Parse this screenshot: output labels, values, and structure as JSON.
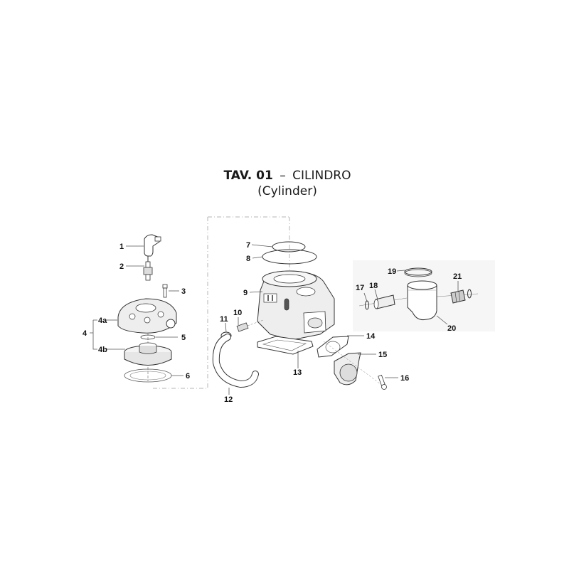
{
  "title": {
    "code": "TAV. 01",
    "separator": "–",
    "name": "CILINDRO",
    "subtitle": "(Cylinder)"
  },
  "colors": {
    "line": "#333333",
    "leader": "#555555",
    "dashed_frame": "#b0b0b0",
    "panel_bg": "#f6f6f6",
    "text": "#111111"
  },
  "callouts": [
    {
      "id": "1",
      "label": "1",
      "part": "spark-plug-cap"
    },
    {
      "id": "2",
      "label": "2",
      "part": "spark-plug"
    },
    {
      "id": "3",
      "label": "3",
      "part": "head-screw"
    },
    {
      "id": "4",
      "label": "4",
      "part": "cylinder-head-assembly"
    },
    {
      "id": "4a",
      "label": "4a",
      "part": "head-cover"
    },
    {
      "id": "4b",
      "label": "4b",
      "part": "head-insert"
    },
    {
      "id": "5",
      "label": "5",
      "part": "o-ring-small"
    },
    {
      "id": "6",
      "label": "6",
      "part": "head-gasket"
    },
    {
      "id": "7",
      "label": "7",
      "part": "o-ring-inner"
    },
    {
      "id": "8",
      "label": "8",
      "part": "o-ring-outer"
    },
    {
      "id": "9",
      "label": "9",
      "part": "cylinder"
    },
    {
      "id": "10",
      "label": "10",
      "part": "hose-fitting"
    },
    {
      "id": "11",
      "label": "11",
      "part": "hose-clamp"
    },
    {
      "id": "12",
      "label": "12",
      "part": "water-hose"
    },
    {
      "id": "13",
      "label": "13",
      "part": "base-gasket"
    },
    {
      "id": "14",
      "label": "14",
      "part": "intake-gasket"
    },
    {
      "id": "15",
      "label": "15",
      "part": "intake-manifold"
    },
    {
      "id": "16",
      "label": "16",
      "part": "manifold-screw"
    },
    {
      "id": "17",
      "label": "17",
      "part": "piston-pin-clip"
    },
    {
      "id": "18",
      "label": "18",
      "part": "piston-pin"
    },
    {
      "id": "19",
      "label": "19",
      "part": "piston-ring"
    },
    {
      "id": "20",
      "label": "20",
      "part": "piston"
    },
    {
      "id": "21",
      "label": "21",
      "part": "needle-bearing"
    }
  ]
}
